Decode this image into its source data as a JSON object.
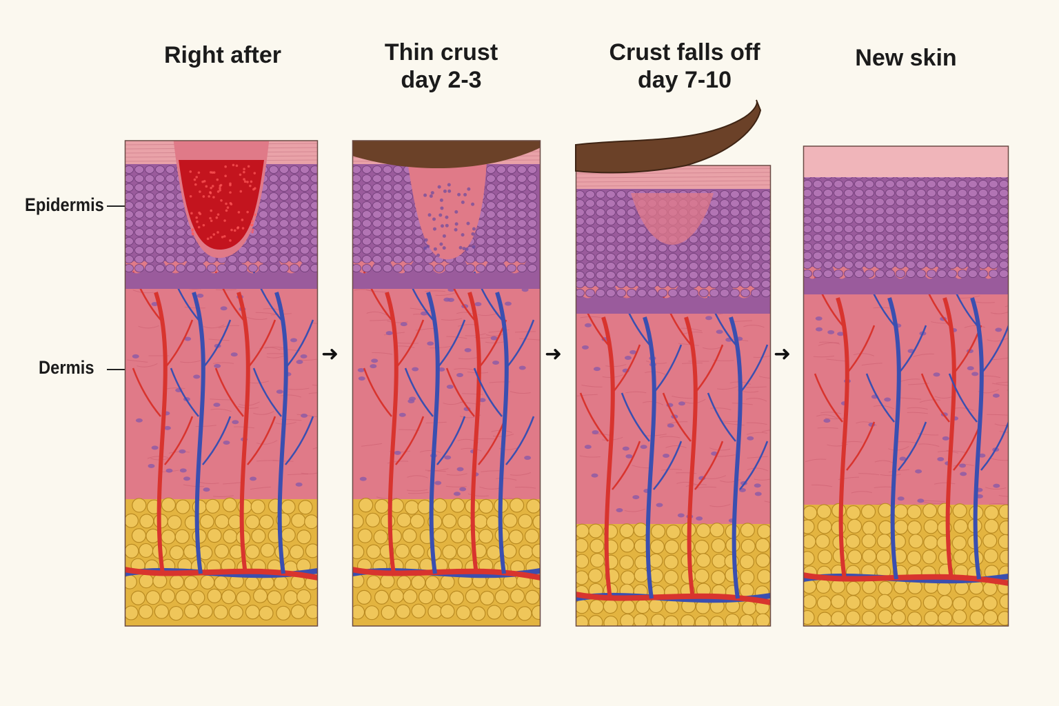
{
  "stages": [
    {
      "id": "right-after",
      "title_lines": [
        "Right after"
      ]
    },
    {
      "id": "thin-crust",
      "title_lines": [
        "Thin crust",
        "day 2-3"
      ]
    },
    {
      "id": "crust-falls-off",
      "title_lines": [
        "Crust falls off",
        "day 7-10"
      ]
    },
    {
      "id": "new-skin",
      "title_lines": [
        "New skin"
      ]
    }
  ],
  "labels": {
    "epidermis": "Epidermis",
    "dermis": "Dermis"
  },
  "colors": {
    "background": "#fbf8ef",
    "stratum_corneum": "#e9a2a8",
    "epidermis": "#9a5b9c",
    "dermis": "#e07a88",
    "fat": "#e3b440",
    "artery": "#d8342e",
    "vein": "#3a4fb0",
    "blood_clot": "#c3141e",
    "crust": "#6b4128"
  },
  "arrow_glyph": "➜"
}
